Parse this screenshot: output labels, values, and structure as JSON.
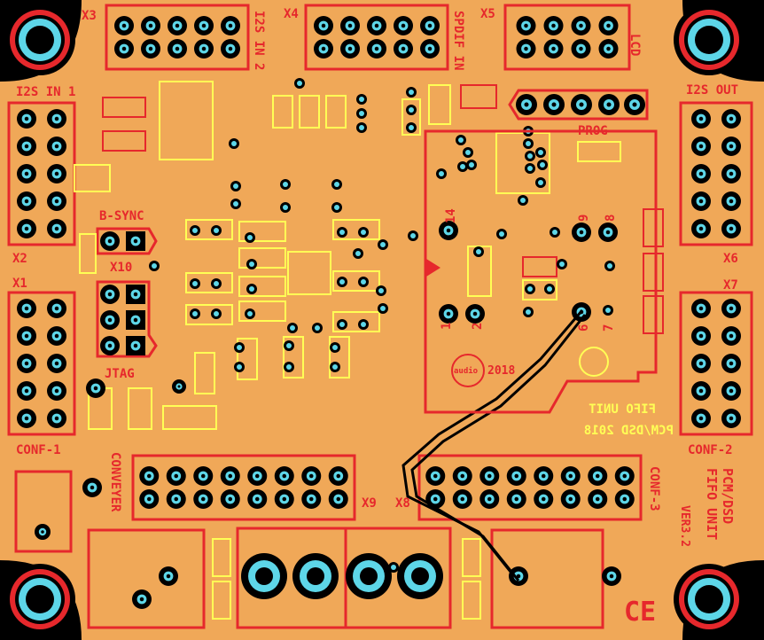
{
  "colors": {
    "board": "#f0a858",
    "copper": "#e6282c",
    "silk": "#ffff55",
    "pad_black": "#111111",
    "drill": "#5dd6e8",
    "background": "#000000"
  },
  "labels": {
    "x3": "X3",
    "x4": "X4",
    "x5": "X5",
    "i2s_in2": "I2S IN 2",
    "spdif_in": "SPDIF IN",
    "lcd": "LCD",
    "i2s_in1": "I2S IN 1",
    "i2s_out": "I2S OUT",
    "prog": "PROG",
    "b_sync": "B-SYNC",
    "x10": "X10",
    "jtag": "JTAG",
    "x2": "X2",
    "x1": "X1",
    "x6": "X6",
    "x7": "X7",
    "conf1": "CONF-1",
    "conf2": "CONF-2",
    "conf3": "CONF-3",
    "conveyer": "CONVEYER",
    "x9": "X9",
    "x8": "X8",
    "title1": "PCM/DSD",
    "title2": "FIFO UNIT",
    "version": "VER3.2",
    "ce": "CE",
    "logo_text": "audio",
    "year": "2018",
    "pin14": "14",
    "pin1": "1",
    "pin2": "2",
    "pin6": "6",
    "pin7": "7",
    "pin8": "8",
    "pin9": "9",
    "mirror1": "FIFO UNIT",
    "mirror2": "PCM/DSD 2018"
  }
}
